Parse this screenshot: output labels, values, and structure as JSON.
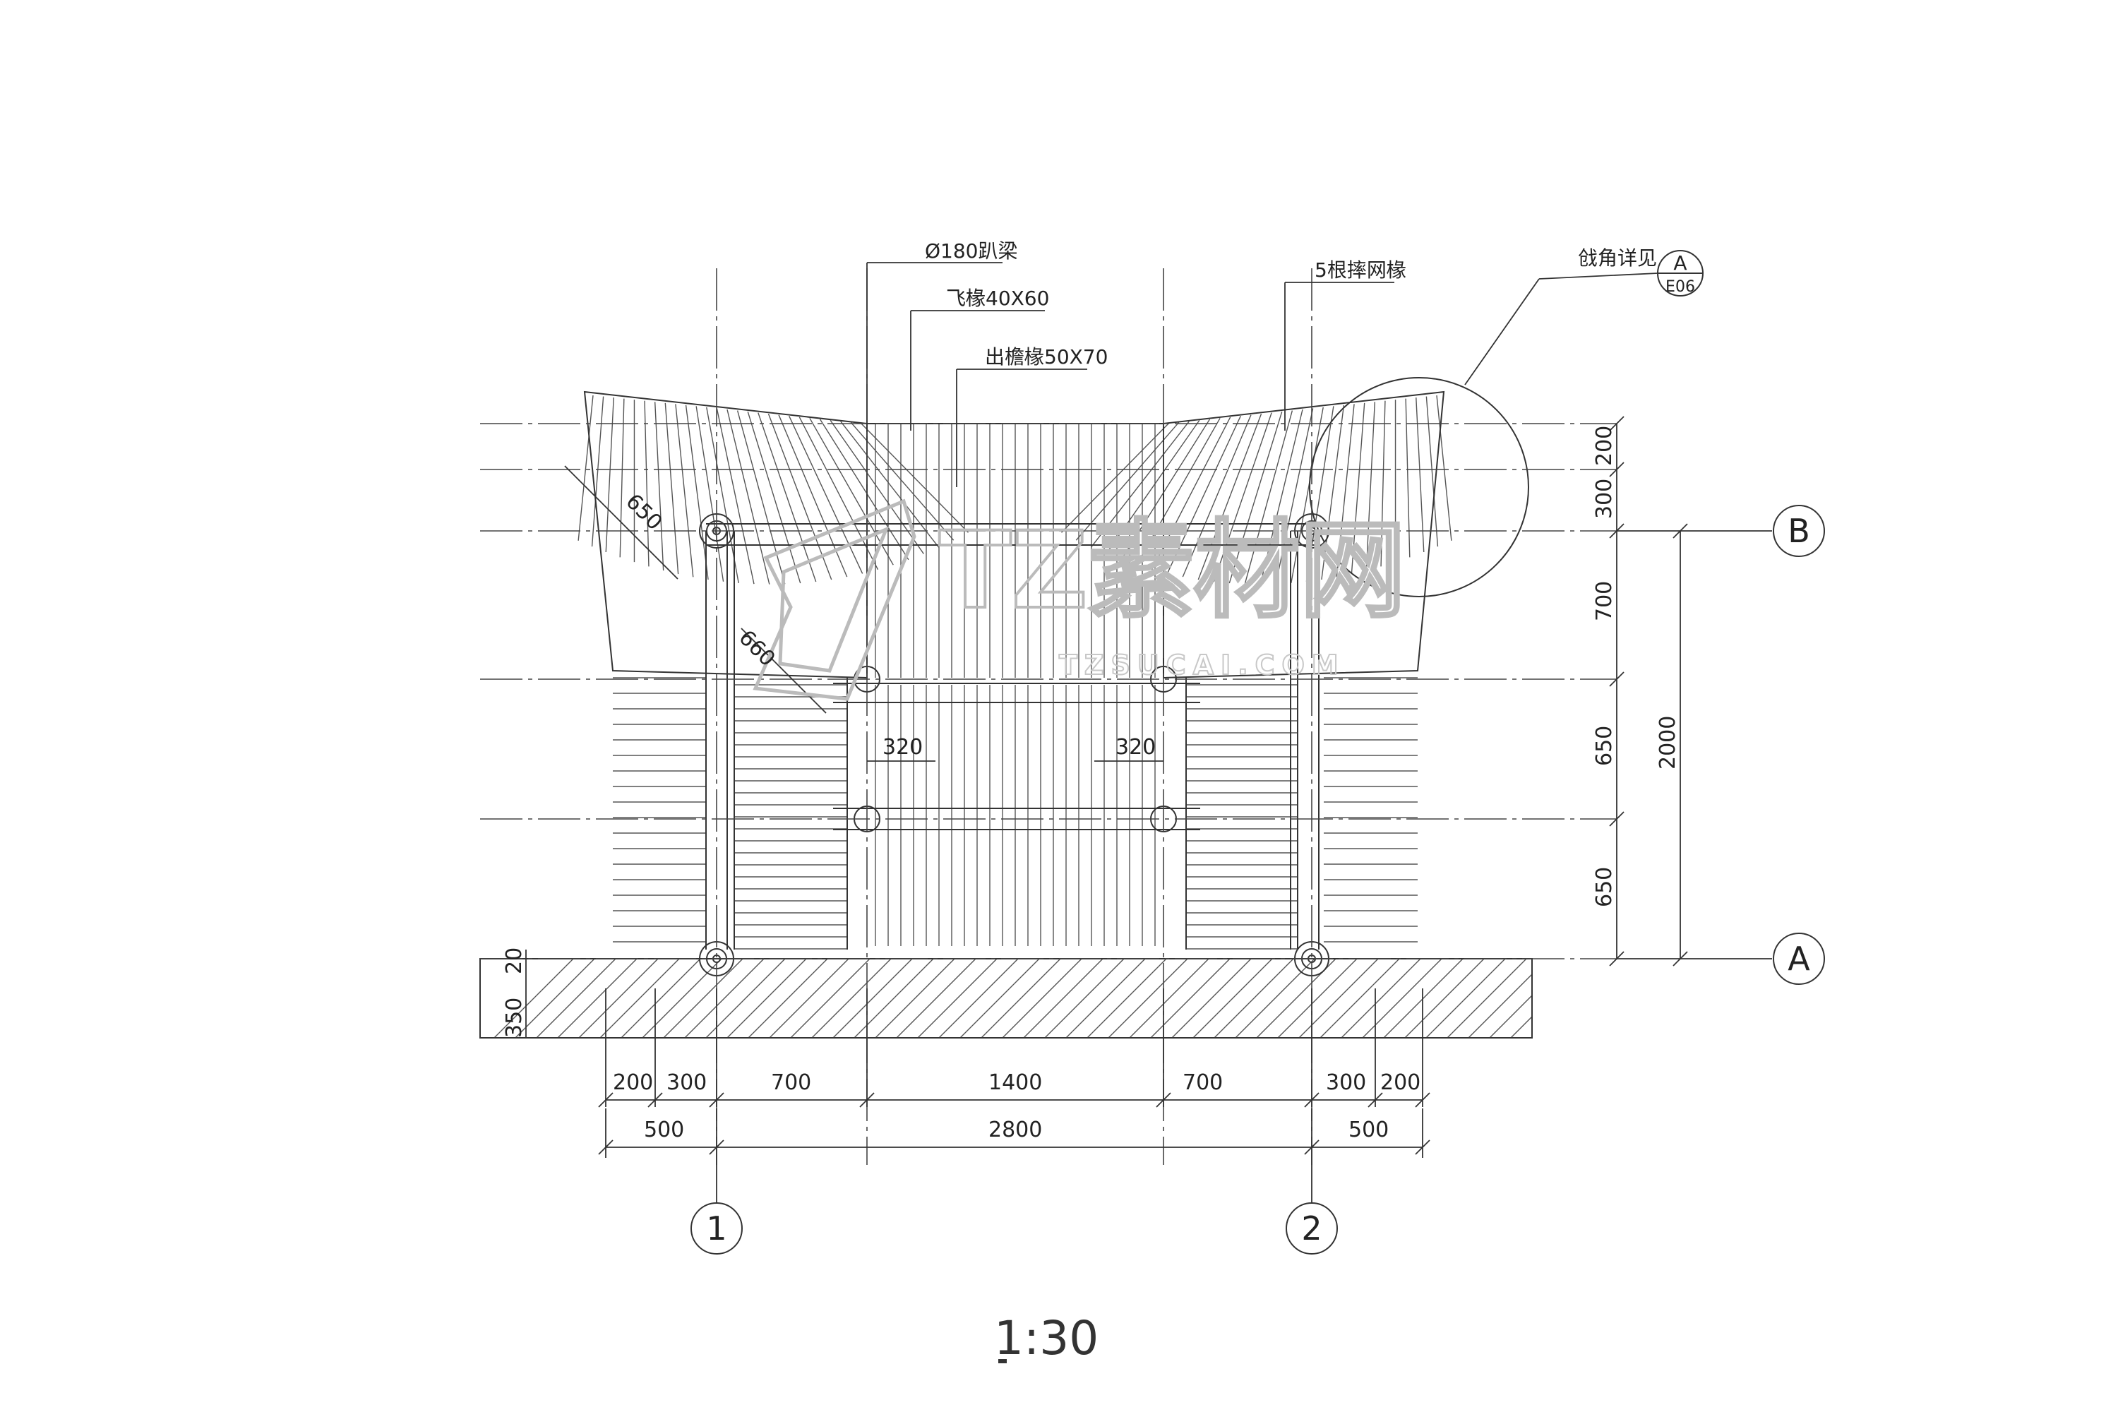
{
  "drawing": {
    "labels": {
      "ridge_beam": "Ø180趴梁",
      "flying_rafter": "飞椽40X60",
      "eave_rafter": "出檐椽50X70",
      "corner_rafters": "5根摔网椽",
      "corner_detail": "戗角详见"
    },
    "detail_ref": {
      "letter": "A",
      "sheet": "E06"
    },
    "angled_dims": [
      "650",
      "660"
    ],
    "inner_dims": [
      "320",
      "320"
    ],
    "right_dims": [
      "200",
      "300",
      "700",
      "650",
      "650"
    ],
    "right_total": "2000",
    "left_dims": [
      "350",
      "20"
    ],
    "bottom_row1": [
      "200",
      "300",
      "700",
      "1400",
      "700",
      "300",
      "200"
    ],
    "bottom_row2": [
      "500",
      "2800",
      "500"
    ],
    "axis_rows": [
      "B",
      "A"
    ],
    "axis_cols": [
      "1",
      "2"
    ],
    "scale": "1:30"
  },
  "watermark": {
    "main": "TZ素材网",
    "sub": "TZSUCAI.COM"
  }
}
